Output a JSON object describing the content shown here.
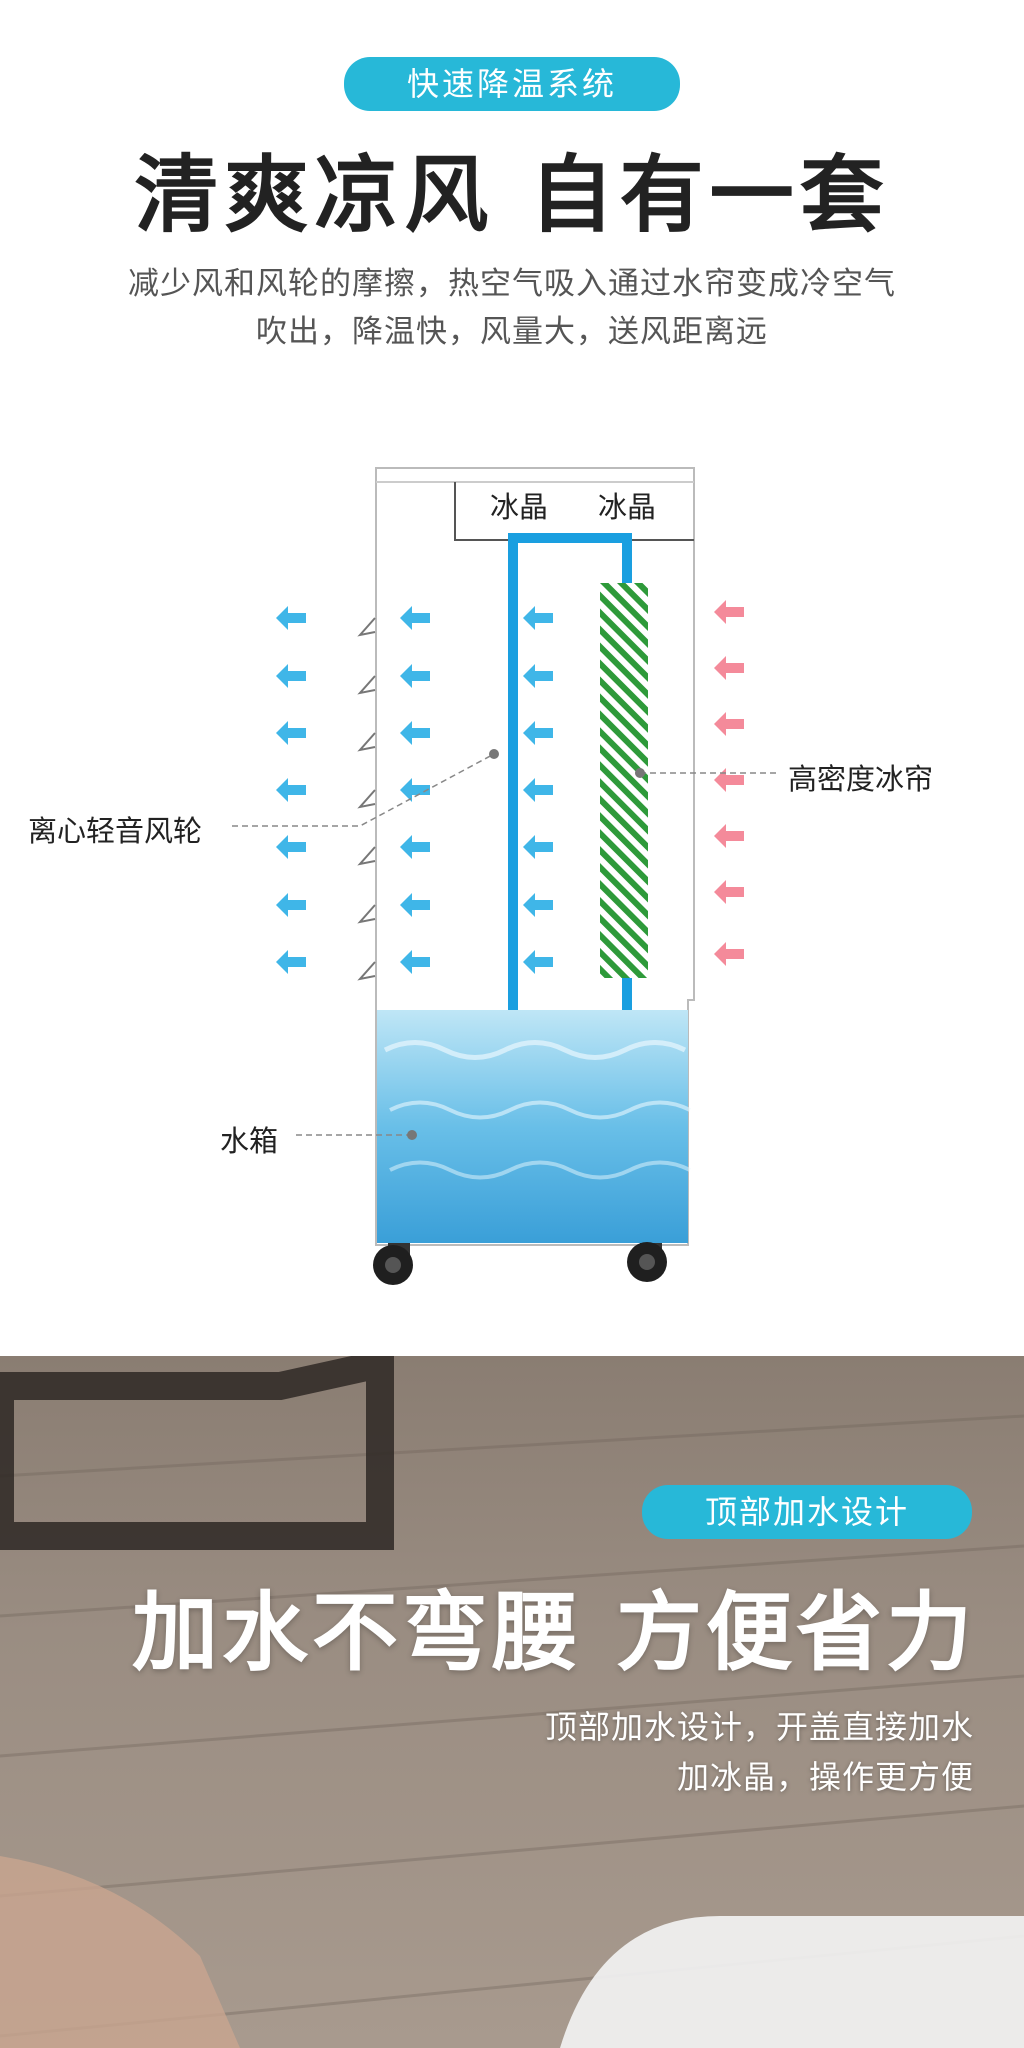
{
  "section1": {
    "badge": "快速降温系统",
    "title": "清爽凉风 自有一套",
    "subtitle_line1": "减少风和风轮的摩擦，热空气吸入通过水帘变成冷空气",
    "subtitle_line2": "吹出，降温快，风量大，送风距离远"
  },
  "diagram": {
    "ice_label_left": "冰晶",
    "ice_label_right": "冰晶",
    "callout_fan": "离心轻音风轮",
    "callout_curtain": "高密度冰帘",
    "callout_tank": "水箱"
  },
  "section2": {
    "badge": "顶部加水设计",
    "title": "加水不弯腰 方便省力",
    "subtitle_line1": "顶部加水设计，开盖直接加水",
    "subtitle_line2": "加冰晶，操作更方便"
  },
  "colors": {
    "accent": "#27b8d8",
    "cold_arrow": "#3fb6e8",
    "warm_arrow": "#f48a9a",
    "duct": "#1a9fe0",
    "curtain_green": "#2e9a3a"
  }
}
